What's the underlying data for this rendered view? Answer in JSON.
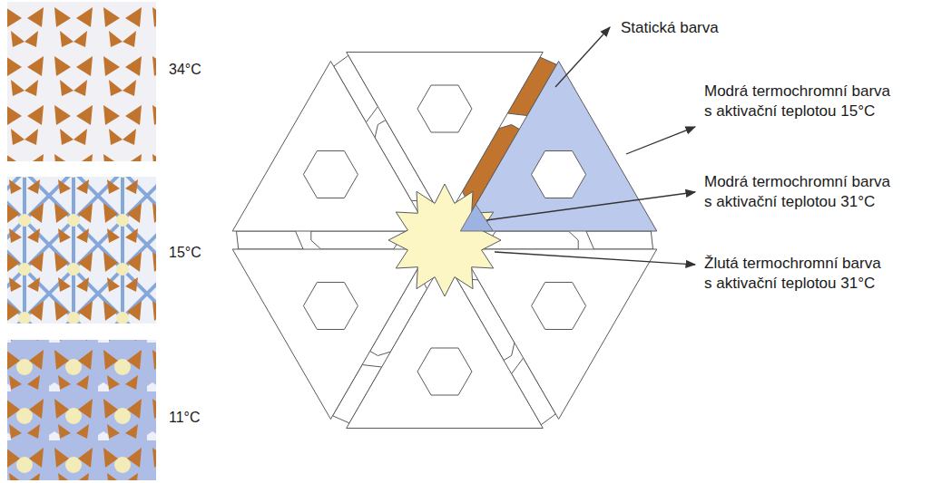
{
  "diagram": {
    "labels": [
      "34°C",
      "15°C",
      "11°C",
      "Statická barva",
      "Modrá termochromní barva s aktivační teplotou 15°C",
      "Modrá termochromní barva s aktivační teplotou 31°C",
      "Žlutá termochromní barva s aktivační teplotou 31°C"
    ]
  }
}
